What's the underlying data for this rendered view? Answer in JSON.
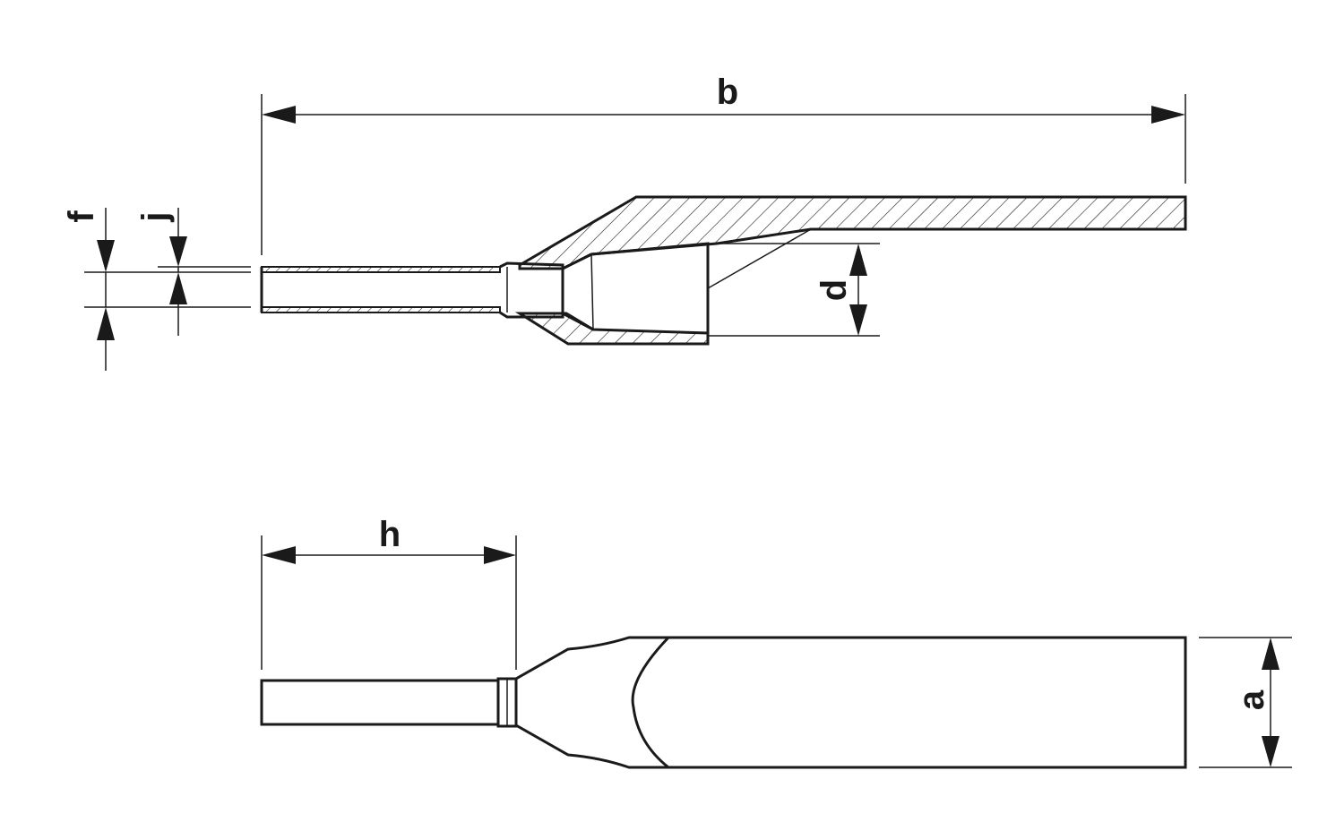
{
  "dimensions": {
    "b": "b",
    "f": "f",
    "j": "j",
    "d": "d",
    "h": "h",
    "a": "a"
  },
  "colors": {
    "line": "#1a1a1a",
    "background": "#ffffff"
  }
}
